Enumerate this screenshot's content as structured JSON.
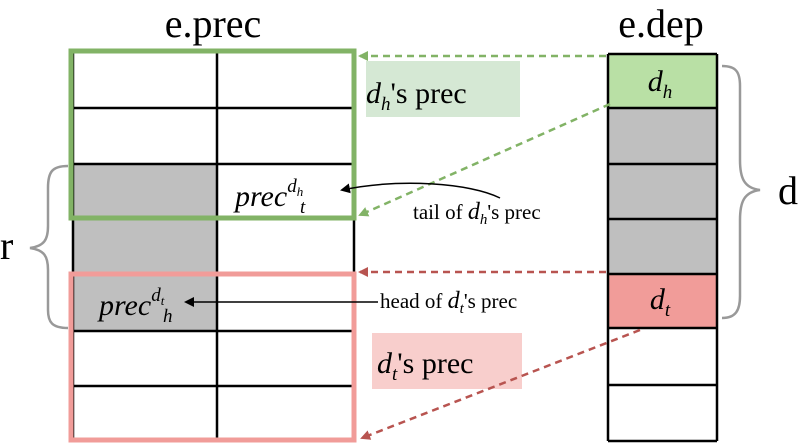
{
  "titles": {
    "left_table": "e.prec",
    "right_table": "e.dep"
  },
  "brace_labels": {
    "left": "r",
    "right": "d"
  },
  "dep_cells": {
    "head": {
      "base": "d",
      "sub": "h"
    },
    "tail": {
      "base": "d",
      "sub": "t"
    }
  },
  "callouts": {
    "dh_prec": {
      "base": "d",
      "sub": "h",
      "suffix": "'s prec"
    },
    "dt_prec": {
      "base": "d",
      "sub": "t",
      "suffix": "'s prec"
    }
  },
  "cell_labels": {
    "prec_t": {
      "base": "prec",
      "sup": "d",
      "sup_sub": "h",
      "sub": "t"
    },
    "prec_h": {
      "base": "prec",
      "sup": "d",
      "sup_sub": "t",
      "sub": "h"
    }
  },
  "annotations": {
    "tail": {
      "prefix": "tail of ",
      "base": "d",
      "sub": "h",
      "suffix": "'s prec"
    },
    "head": {
      "prefix": "head of ",
      "base": "d",
      "sub": "t",
      "suffix": "'s prec"
    }
  },
  "colors": {
    "green": "#82b366",
    "green_fill": "#b9e0a5",
    "green_label_bg": "#d5e8d4",
    "red": "#f19c99",
    "red_fill": "#f19c99",
    "red_label_bg": "#f8cecc",
    "red_arrow": "#b85450",
    "gray_fill": "#bfbfbf",
    "grid": "#000000",
    "brace": "#999999"
  }
}
